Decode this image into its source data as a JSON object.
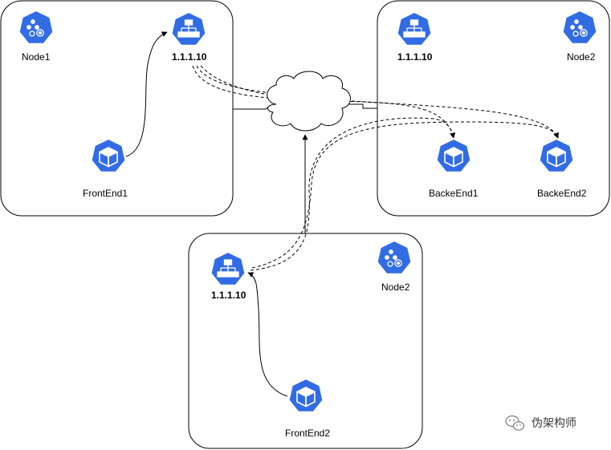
{
  "nodes": [
    {
      "label": "Node1"
    },
    {
      "label": "Node2"
    },
    {
      "label": "Node2"
    }
  ],
  "services": [
    {
      "label": "1.1.1.10"
    },
    {
      "label": "1.1.1.10"
    },
    {
      "label": "1.1.1.10"
    }
  ],
  "pods": [
    {
      "label": "FrontEnd1"
    },
    {
      "label": "BackeEnd1"
    },
    {
      "label": "BackeEnd2"
    },
    {
      "label": "FrontEnd2"
    }
  ],
  "watermark": {
    "text": "伪架构师"
  },
  "colors": {
    "k8s_blue": "#326ce5",
    "box_stroke": "#000000"
  }
}
